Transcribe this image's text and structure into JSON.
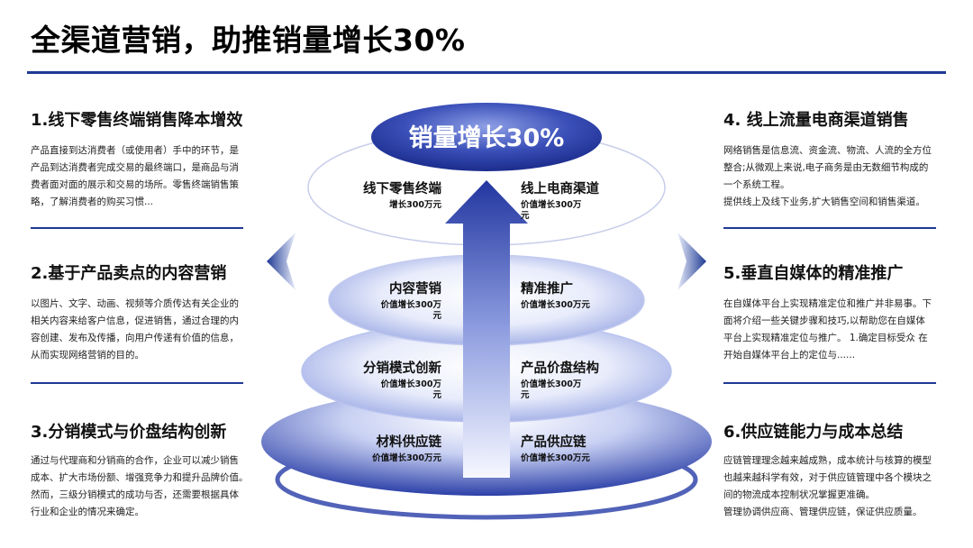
{
  "title": "全渠道营销，助推销量增长30%",
  "left_blocks": [
    {
      "heading": "1.线下零售终端销售降本增效",
      "lines": [
        "产品直接到达消费者（或使用者）手中的环节，是",
        "产品到达消费者完成交易的最终端口，是商品与消",
        "费者面对面的展示和交易的场所。零售终端销售策",
        "略，了解消费者的购买习惯..."
      ]
    },
    {
      "heading": "2.基于产品卖点的内容营销",
      "lines": [
        "以图片、文字、动画、视频等介质传达有关企业的",
        "相关内容来给客户信息，促进销售，通过合理的内",
        "容创建、发布及传播，向用户传递有价值的信息，",
        "从而实现网络营销的目的。"
      ]
    },
    {
      "heading": "3.分销模式与价盘结构创新",
      "lines": [
        "通过与代理商和分销商的合作，企业可以减少销售",
        "成本、扩大市场份额、增强竞争力和提升品牌价值。",
        "然而，三级分销模式的成功与否，还需要根据具体",
        "行业和企业的情况来确定。"
      ]
    }
  ],
  "right_blocks": [
    {
      "heading": "4. 线上流量电商渠道销售",
      "lines": [
        "网络销售是信息流、资金流、物流、人流的全方位",
        "整合;从微观上来说,电子商务是由无数细节构成的",
        "一个系统工程。",
        "提供线上及线下业务,扩大销售空间和销售渠道。"
      ]
    },
    {
      "heading": "5.垂直自媒体的精准推广",
      "lines": [
        "在自媒体平台上实现精准定位和推广并非易事。下",
        "面将介绍一些关键步骤和技巧,以帮助您在自媒体",
        "平台上实现精准定位与推广。 1.确定目标受众 在",
        "开始自媒体平台上的定位与......"
      ]
    },
    {
      "heading": "6.供应链能力与成本总结",
      "lines": [
        "应链管理理念越来越成熟，成本统计与核算的模型",
        "也越来越科学有效，对于供应链管理中各个模块之",
        "间的物流成本控制状况掌握更准确。",
        "管理协调供应商、管理供应链，保证供应质量。"
      ]
    }
  ],
  "center": {
    "top_label": "销量增长30%",
    "tiers": [
      {
        "left": {
          "name": "线下零售终端",
          "sub": [
            "增长300万元"
          ]
        },
        "right": {
          "name": "线上电商渠道",
          "sub": [
            "价值增长300万",
            "元"
          ]
        }
      },
      {
        "left": {
          "name": "内容营销",
          "sub": [
            "价值增长300万",
            "元"
          ]
        },
        "right": {
          "name": "精准推广",
          "sub": [
            "价值增长300万元"
          ]
        }
      },
      {
        "left": {
          "name": "分销模式创新",
          "sub": [
            "价值增长300万",
            "元"
          ]
        },
        "right": {
          "name": "产品价盘结构",
          "sub": [
            "价值增长300万",
            "元"
          ]
        }
      },
      {
        "left": {
          "name": "材料供应链",
          "sub": [
            "价值增长300万元"
          ]
        },
        "right": {
          "name": "产品供应链",
          "sub": [
            "价值增长300万元"
          ]
        }
      }
    ]
  },
  "colors": {
    "accent": "#1f3a93",
    "ellipse_dark": "#2a3fa8",
    "ellipse_light": "#e9edfb",
    "arrow_dark": "#2336a0",
    "arrow_light": "#f4f6ff"
  },
  "icons": [
    "chevron-left-icon",
    "chevron-right-icon",
    "up-arrow-icon"
  ]
}
